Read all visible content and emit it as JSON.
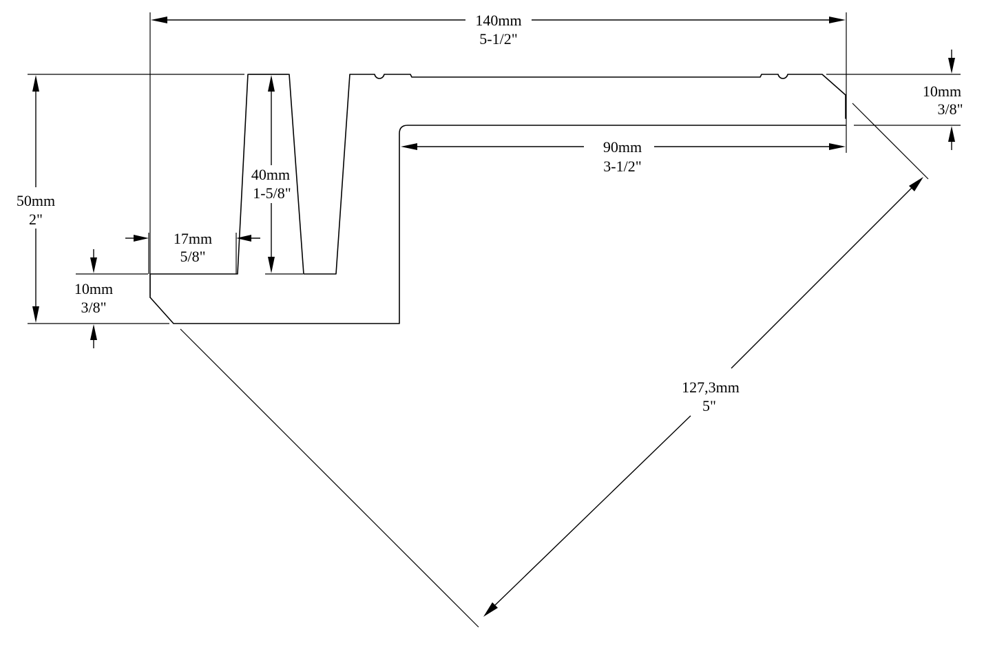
{
  "drawing": {
    "stroke_color": "#000000",
    "background_color": "#ffffff"
  },
  "dimensions": {
    "overall_width": {
      "metric": "140mm",
      "imperial": "5-1/2\""
    },
    "top_flange_thickness": {
      "metric": "10mm",
      "imperial": "3/8\""
    },
    "inner_width": {
      "metric": "90mm",
      "imperial": "3-1/2\""
    },
    "channel_depth": {
      "metric": "40mm",
      "imperial": "1-5/8\""
    },
    "overall_height": {
      "metric": "50mm",
      "imperial": "2\""
    },
    "left_offset": {
      "metric": "17mm",
      "imperial": "5/8\""
    },
    "bottom_chamfer": {
      "metric": "10mm",
      "imperial": "3/8\""
    },
    "diagonal_length": {
      "metric": "127,3mm",
      "imperial": "5\""
    }
  }
}
